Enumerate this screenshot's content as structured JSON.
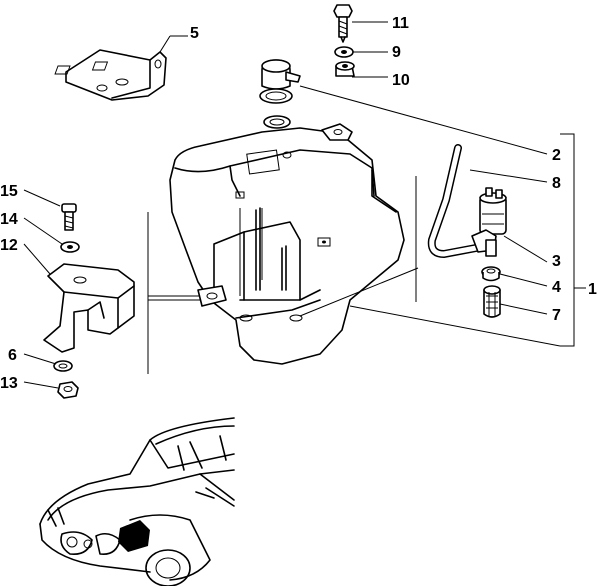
{
  "callouts": [
    {
      "id": "c1",
      "label": "1"
    },
    {
      "id": "c2",
      "label": "2"
    },
    {
      "id": "c3",
      "label": "3"
    },
    {
      "id": "c4",
      "label": "4"
    },
    {
      "id": "c5",
      "label": "5"
    },
    {
      "id": "c6",
      "label": "6"
    },
    {
      "id": "c7",
      "label": "7"
    },
    {
      "id": "c8",
      "label": "8"
    },
    {
      "id": "c9",
      "label": "9"
    },
    {
      "id": "c10",
      "label": "10"
    },
    {
      "id": "c11",
      "label": "11"
    },
    {
      "id": "c12",
      "label": "12"
    },
    {
      "id": "c13",
      "label": "13"
    },
    {
      "id": "c14",
      "label": "14"
    },
    {
      "id": "c15",
      "label": "15"
    }
  ],
  "colors": {
    "ink": "#000000",
    "paper": "#ffffff",
    "highlight": "#000000"
  }
}
